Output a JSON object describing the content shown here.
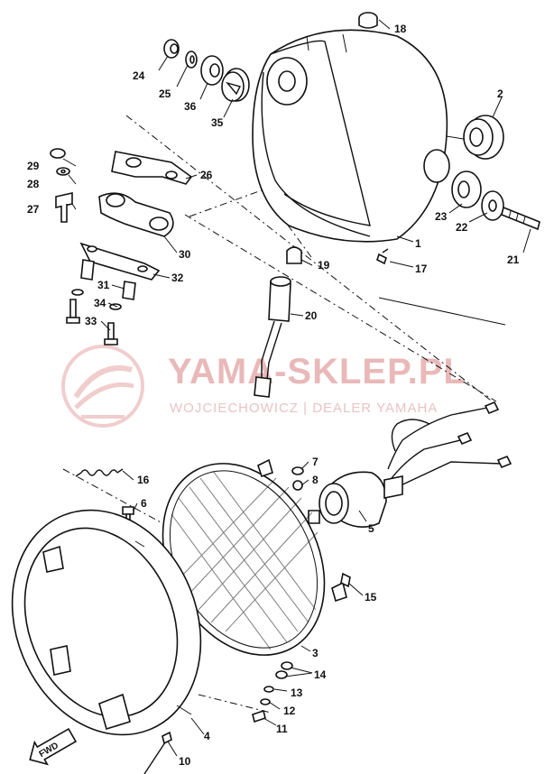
{
  "watermark": {
    "brand": "YAMA-SKLEP.PL",
    "dealer": "WOJCIECHOWICZ | DEALER YAMAHA"
  },
  "direction_marker": "FWD",
  "callouts": [
    "1",
    "2",
    "3",
    "4",
    "5",
    "6",
    "7",
    "8",
    "10",
    "11",
    "12",
    "13",
    "14",
    "15",
    "16",
    "17",
    "18",
    "19",
    "20",
    "21",
    "22",
    "23",
    "24",
    "25",
    "26",
    "27",
    "28",
    "29",
    "30",
    "31",
    "32",
    "33",
    "34",
    "35",
    "36"
  ]
}
